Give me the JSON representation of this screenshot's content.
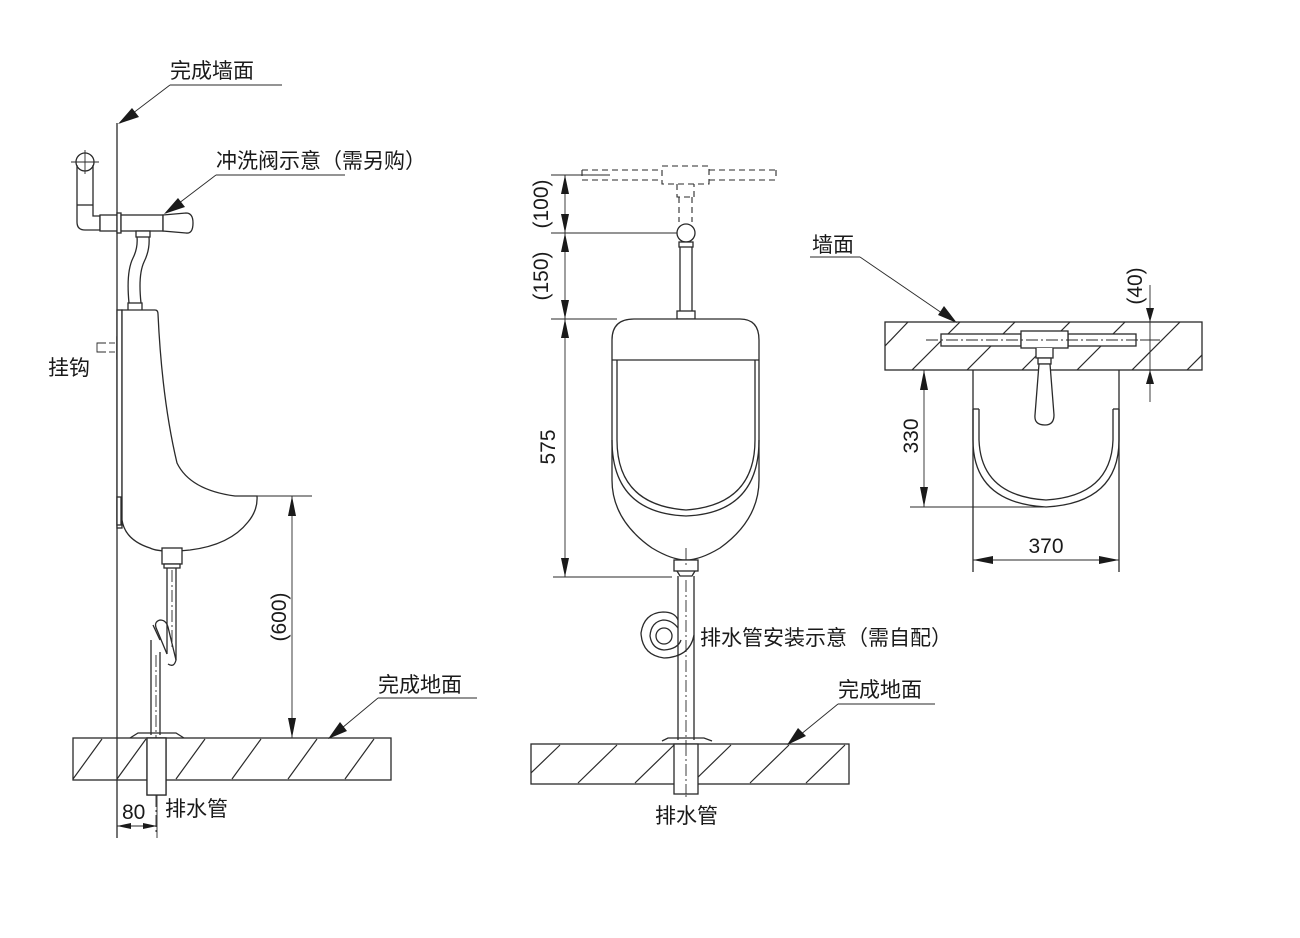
{
  "side_view": {
    "wall_label": "完成墙面",
    "flush_valve_label": "冲洗阀示意（需另购）",
    "hook_label": "挂钩",
    "height_dim": "(600)",
    "floor_label": "完成地面",
    "drain_label": "排水管",
    "drain_offset_dim": "80"
  },
  "front_view": {
    "dim_top": "(100)",
    "dim_mid": "(150)",
    "dim_body": "575",
    "trap_label": "排水管安装示意（需自配）",
    "floor_label": "完成地面",
    "drain_label": "排水管"
  },
  "top_view": {
    "wall_label": "墙面",
    "wall_dim": "(40)",
    "depth_dim": "330",
    "width_dim": "370"
  }
}
